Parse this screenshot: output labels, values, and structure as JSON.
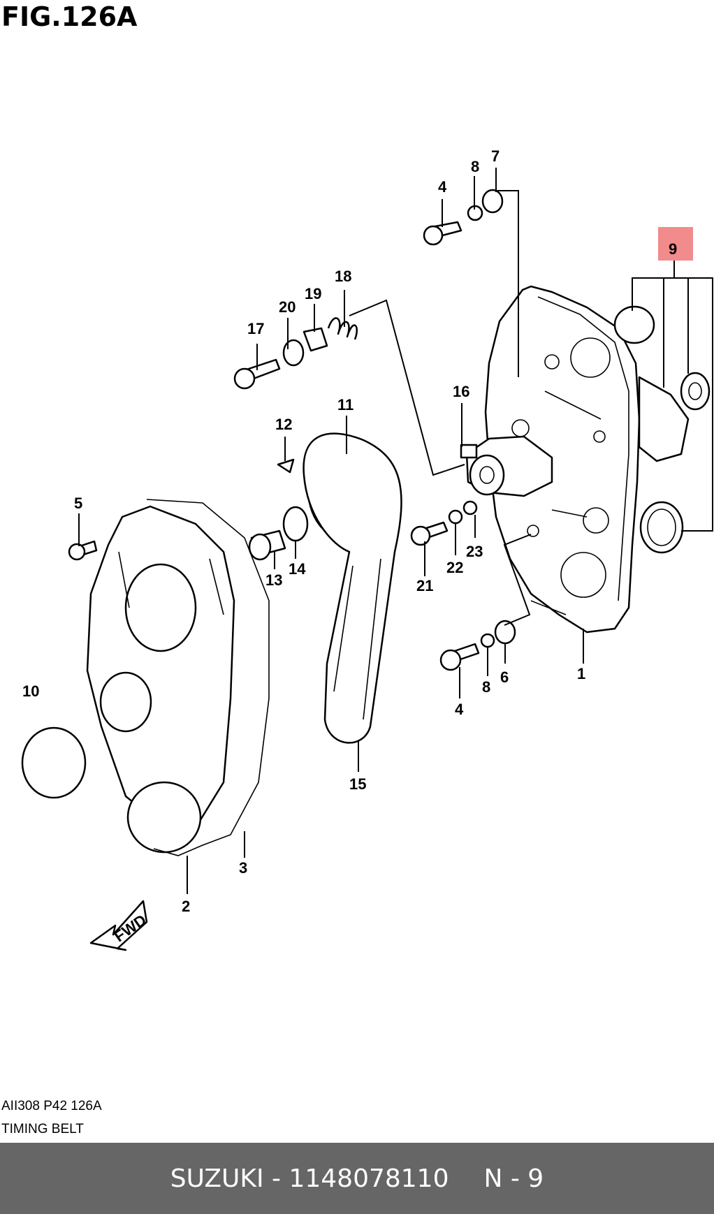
{
  "figure": {
    "title": "FIG.126A",
    "code": "AII308 P42 126A",
    "caption": "TIMING BELT"
  },
  "parts": [
    {
      "id": "p1",
      "label": "1"
    },
    {
      "id": "p2",
      "label": "2"
    },
    {
      "id": "p3",
      "label": "3"
    },
    {
      "id": "p4a",
      "label": "4"
    },
    {
      "id": "p4b",
      "label": "4"
    },
    {
      "id": "p5",
      "label": "5"
    },
    {
      "id": "p6",
      "label": "6"
    },
    {
      "id": "p7",
      "label": "7"
    },
    {
      "id": "p8a",
      "label": "8"
    },
    {
      "id": "p8b",
      "label": "8"
    },
    {
      "id": "p9",
      "label": "9",
      "highlighted": true
    },
    {
      "id": "p10",
      "label": "10"
    },
    {
      "id": "p11",
      "label": "11"
    },
    {
      "id": "p12",
      "label": "12"
    },
    {
      "id": "p13",
      "label": "13"
    },
    {
      "id": "p14",
      "label": "14"
    },
    {
      "id": "p15",
      "label": "15"
    },
    {
      "id": "p16",
      "label": "16"
    },
    {
      "id": "p17",
      "label": "17"
    },
    {
      "id": "p18",
      "label": "18"
    },
    {
      "id": "p19",
      "label": "19"
    },
    {
      "id": "p20",
      "label": "20"
    },
    {
      "id": "p21",
      "label": "21"
    },
    {
      "id": "p22",
      "label": "22"
    },
    {
      "id": "p23",
      "label": "23"
    }
  ],
  "direction_arrow": {
    "label": "FWD"
  },
  "footer": {
    "brand_part": "SUZUKI - 1148078110",
    "page": "N - 9"
  },
  "colors": {
    "highlight": "#f28b8b",
    "footer_bg": "#666666",
    "footer_text": "#ffffff"
  }
}
